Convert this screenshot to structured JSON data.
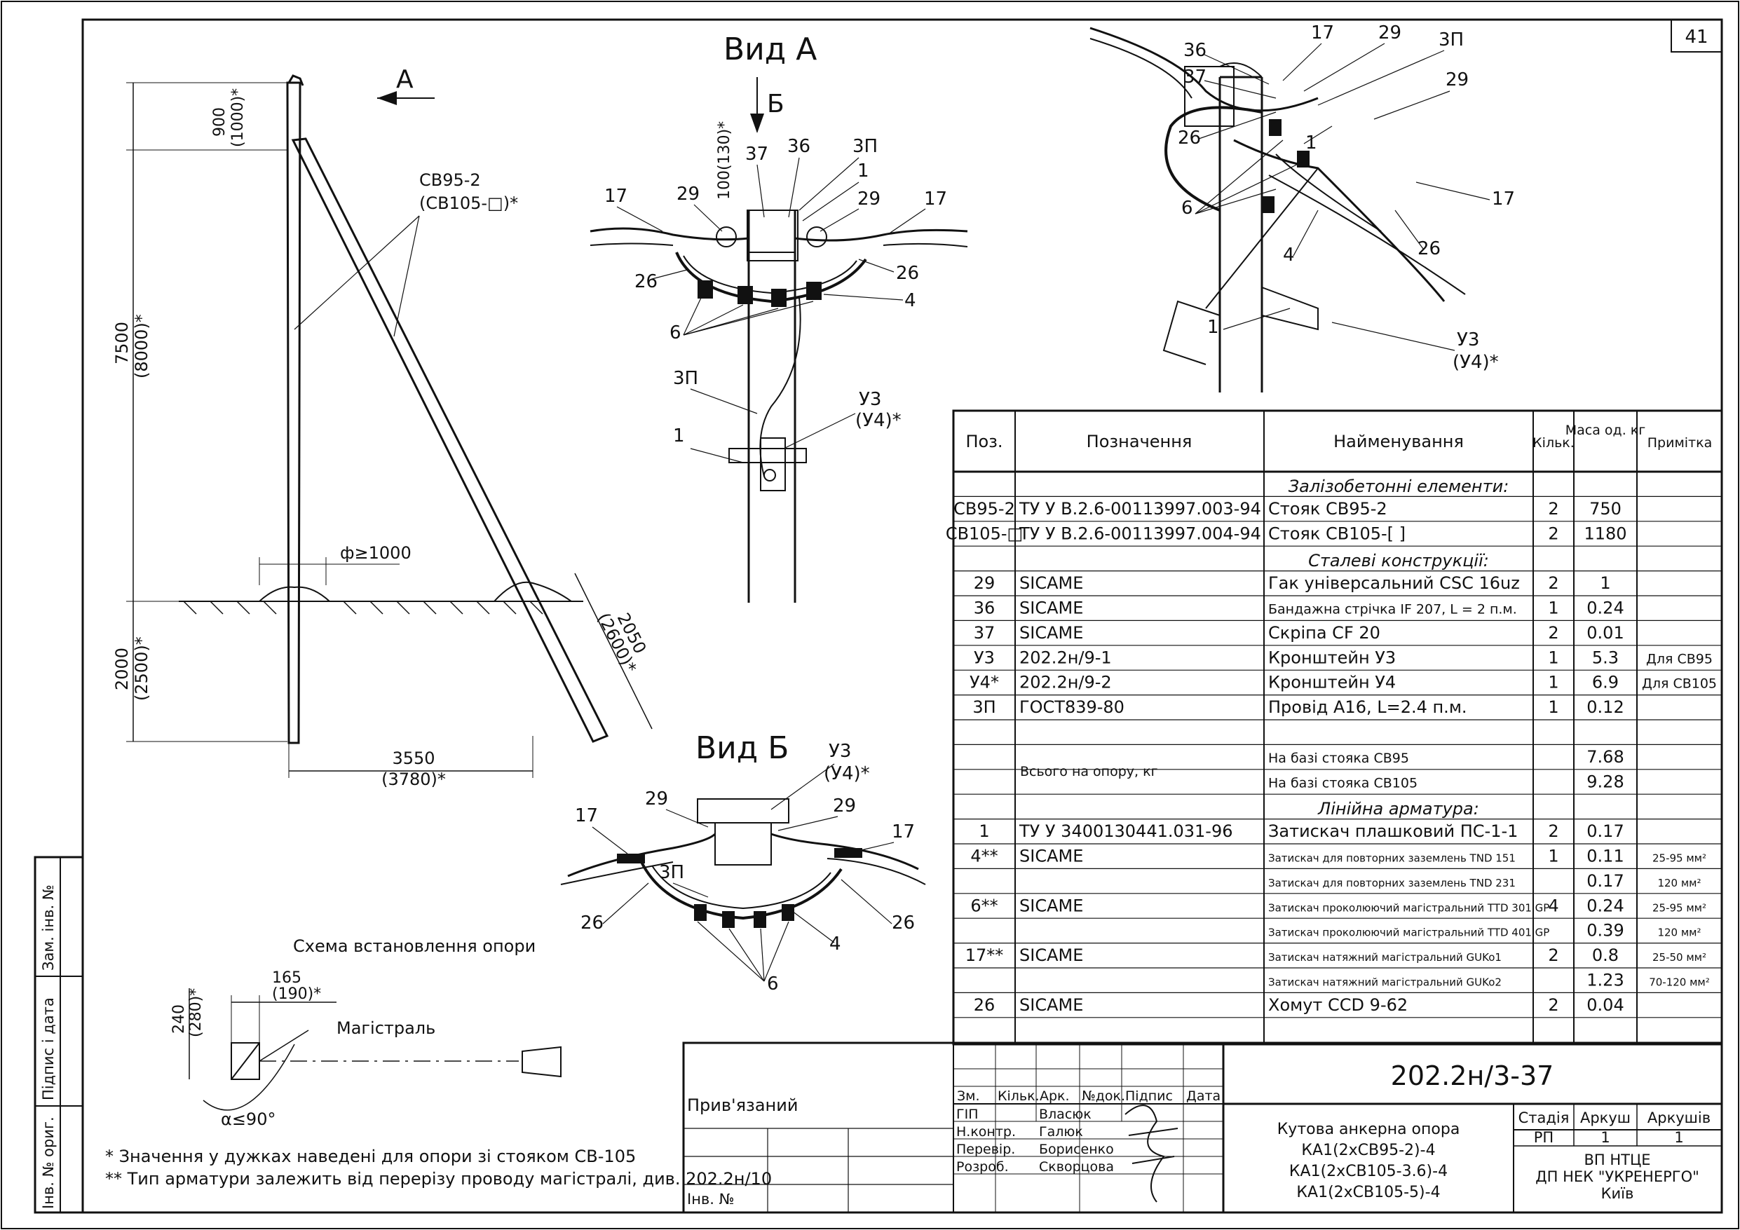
{
  "sheet": {
    "number": "41"
  },
  "views": {
    "view_a": "Вид А",
    "view_b": "Вид Б",
    "arrow_a": "А",
    "arrow_b": "Б",
    "scheme_title": "Схема встановлення опори"
  },
  "side_view": {
    "dim_top": "900",
    "dim_top_alt": "(1000)*",
    "dim_height": "7500",
    "dim_height_alt": "(8000)*",
    "dim_ground": "2000",
    "dim_ground_alt": "(2500)*",
    "dim_strut": "2050",
    "dim_strut_alt": "(2600)*",
    "dim_base": "3550",
    "dim_base_alt": "(3780)*",
    "diameter": "ф≥1000",
    "label_pole": "СВ95-2",
    "label_pole_alt": "(СВ105-□)*"
  },
  "callouts": {
    "c17": "17",
    "c29": "29",
    "c26": "26",
    "c6": "6",
    "c4": "4",
    "c1": "1",
    "c36": "36",
    "c37": "37",
    "c3p": "3П",
    "cu3": "У3",
    "cu4": "(У4)*",
    "c100": "100(130)*"
  },
  "scheme": {
    "dim_240": "240",
    "dim_280": "(280)*",
    "dim_165": "165",
    "dim_190": "(190)*",
    "trunk": "Магістраль",
    "angle": "α≤90°"
  },
  "notes": [
    "* Значення у дужках наведені для опори зі стояком СВ-105",
    "** Тип арматури залежить від перерізу проводу магістралі, див. 202.2н/10"
  ],
  "left_stamp": [
    "Інв. № ориг.",
    "Підпис і дата",
    "Зам. інв. №"
  ],
  "table": {
    "headers": [
      "Поз.",
      "Позначення",
      "Найменування",
      "Кільк.",
      "Маса од. кг",
      "Примітка"
    ],
    "sections": {
      "concrete": "Залізобетонні елементи:",
      "steel": "Сталеві конструкції:",
      "line": "Лінійна арматура:"
    },
    "rows": [
      [
        "СВ95-2",
        "ТУ У В.2.6-00113997.003-94",
        "Стояк СВ95-2",
        "2",
        "750",
        ""
      ],
      [
        "СВ105-□",
        "ТУ У В.2.6-00113997.004-94",
        "Стояк СВ105-[    ]",
        "2",
        "1180",
        ""
      ],
      [
        "29",
        "SICAME",
        "Гак універсальний CSC 16uz",
        "2",
        "1",
        ""
      ],
      [
        "36",
        "SICAME",
        "Бандажна стрічка IF 207, L = 2 п.м.",
        "1",
        "0.24",
        ""
      ],
      [
        "37",
        "SICAME",
        "Скріпа CF 20",
        "2",
        "0.01",
        ""
      ],
      [
        "У3",
        "202.2н/9-1",
        "Кронштейн У3",
        "1",
        "5.3",
        "Для СВ95"
      ],
      [
        "У4*",
        "202.2н/9-2",
        "Кронштейн У4",
        "1",
        "6.9",
        "Для СВ105"
      ],
      [
        "3П",
        "ГОСТ839-80",
        "Провід А16, L=2.4 п.м.",
        "1",
        "0.12",
        ""
      ]
    ],
    "total_label": "Всього на опору, кг",
    "totals": [
      [
        "На базі стояка СВ95",
        "7.68"
      ],
      [
        "На базі стояка СВ105",
        "9.28"
      ]
    ],
    "line_rows": [
      [
        "1",
        "ТУ У 3400130441.031-96",
        "Затискач плашковий ПС-1-1",
        "2",
        "0.17",
        ""
      ],
      [
        "4**",
        "SICAME",
        "Затискач для повторних заземлень TND 151",
        "1",
        "0.11",
        "25-95 мм²"
      ],
      [
        "",
        "",
        "Затискач для повторних заземлень TND 231",
        "",
        "0.17",
        "120 мм²"
      ],
      [
        "6**",
        "SICAME",
        "Затискач проколюючий магістральний TTD 301 GP",
        "4",
        "0.24",
        "25-95 мм²"
      ],
      [
        "",
        "",
        "Затискач проколюючий магістральний TTD 401 GP",
        "",
        "0.39",
        "120 мм²"
      ],
      [
        "17**",
        "SICAME",
        "Затискач натяжний магістральний GUKo1",
        "2",
        "0.8",
        "25-50 мм²"
      ],
      [
        "",
        "",
        "Затискач натяжний магістральний GUKo2",
        "",
        "1.23",
        "70-120 мм²"
      ],
      [
        "26",
        "SICAME",
        "Хомут CCD 9-62",
        "2",
        "0.04",
        ""
      ]
    ]
  },
  "title_block": {
    "code": "202.2н/3-37",
    "attached": "Прив'язаний",
    "inv": "Інв. №",
    "cols": [
      "Зм.",
      "Кільк.",
      "Арк.",
      "№док.",
      "Підпис",
      "Дата"
    ],
    "roles": [
      "ГІП",
      "Н.контр.",
      "Перевір.",
      "Розроб."
    ],
    "names": [
      "Власюк",
      "Галюк",
      "Борисенко",
      "Скворцова"
    ],
    "description": [
      "Кутова анкерна опора",
      "КА1(2хСВ95-2)-4",
      "КА1(2хСВ105-3.6)-4",
      "КА1(2хСВ105-5)-4"
    ],
    "stage_label": "Стадія",
    "stage": "РП",
    "sheet_label": "Аркуш",
    "sheet": "1",
    "sheets_label": "Аркушів",
    "sheets": "1",
    "org": [
      "ВП НТЦЕ",
      "ДП НЕК \"УКРЕНЕРГО\"",
      "Київ"
    ]
  }
}
